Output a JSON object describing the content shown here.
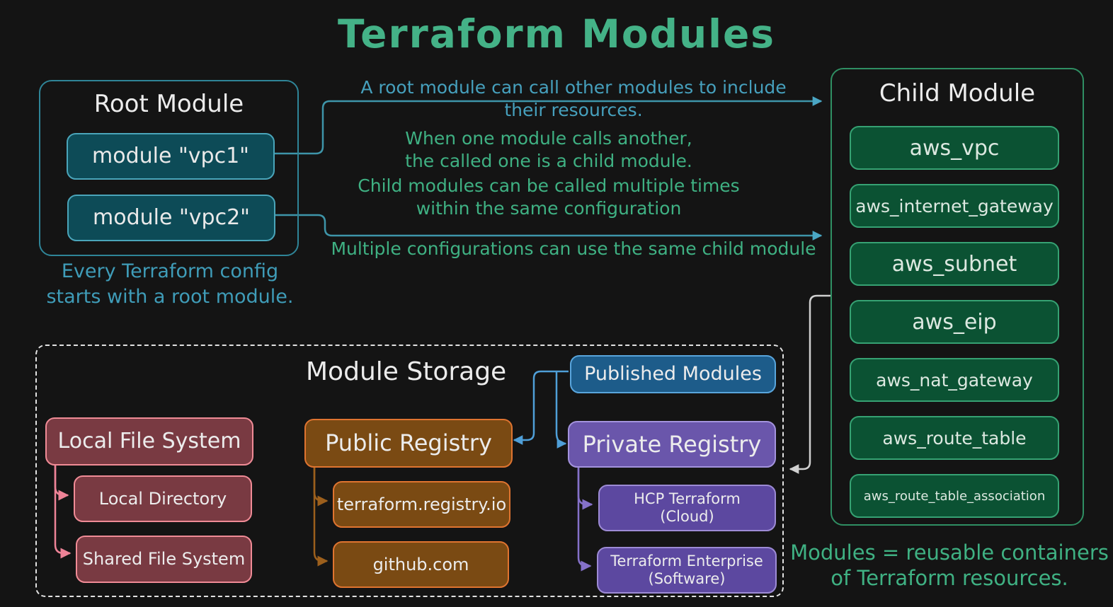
{
  "title": "Terraform Modules",
  "root_module": {
    "title": "Root Module",
    "items": [
      "module \"vpc1\"",
      "module \"vpc2\""
    ],
    "caption": "Every Terraform config\nstarts with a root module."
  },
  "child_module": {
    "title": "Child Module",
    "items": [
      "aws_vpc",
      "aws_internet_gateway",
      "aws_subnet",
      "aws_eip",
      "aws_nat_gateway",
      "aws_route_table",
      "aws_route_table_association"
    ]
  },
  "annotations": {
    "root_calls": "A root module can call other modules to include\ntheir resources.",
    "child_definition": "When one module calls another,\nthe called one is a child module.",
    "multiple_calls": "Child modules can be called multiple times\nwithin the same configuration",
    "shared_child": "Multiple configurations can use the same child module",
    "footer": "Modules = reusable containers\nof Terraform resources."
  },
  "module_storage": {
    "title": "Module Storage",
    "local_file_system": {
      "label": "Local File System",
      "children": [
        "Local Directory",
        "Shared File System"
      ]
    },
    "public_registry": {
      "label": "Public Registry",
      "children": [
        "terraform.registry.io",
        "github.com"
      ]
    },
    "published_modules": {
      "label": "Published Modules"
    },
    "private_registry": {
      "label": "Private Registry",
      "children": [
        "HCP Terraform\n(Cloud)",
        "Terraform Enterprise\n(Software)"
      ]
    }
  },
  "colors": {
    "background": "#141414",
    "title_green": "#44b287",
    "body_green": "#3fb183",
    "cyan_text": "#46a0bd",
    "teal_line": "#3e95a9",
    "teal_fill": "#0d4b57",
    "teal_border": "#4aa5ba",
    "green_fill": "#0b5233",
    "green_border": "#36a273",
    "maroon_fill": "#793a42",
    "pink_border": "#f08b96",
    "brown_fill": "#7a4a13",
    "orange_border": "#df7430",
    "blue_fill": "#1d5c8a",
    "blue_border": "#59a5dc",
    "purple_fill": "#6a56ab",
    "purple_border": "#a393dd",
    "purple_child_fill": "#5c48a0",
    "white_line": "#d0d0d0"
  }
}
